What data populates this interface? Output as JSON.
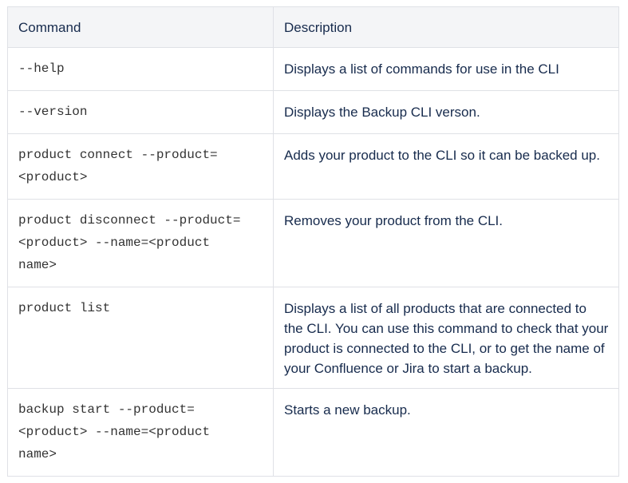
{
  "table": {
    "headers": {
      "command": "Command",
      "description": "Description"
    },
    "rows": [
      {
        "command": "--help",
        "description": "Displays a list of commands for use in the CLI"
      },
      {
        "command": "--version",
        "description": "Displays the Backup CLI verson."
      },
      {
        "command": "product connect --product=\n<product>",
        "description": "Adds your product to the CLI so it can be backed up."
      },
      {
        "command": "product disconnect --product=\n<product> --name=<product\nname>",
        "description": "Removes your product from the CLI."
      },
      {
        "command": "product list",
        "description": "Displays a list of all products that are connected to the CLI. You can use this command to check that your product is connected to the CLI, or to get the name of your Confluence or Jira to start a backup."
      },
      {
        "command": "backup start --product=\n<product> --name=<product\nname>",
        "description": "Starts a new backup."
      }
    ]
  }
}
